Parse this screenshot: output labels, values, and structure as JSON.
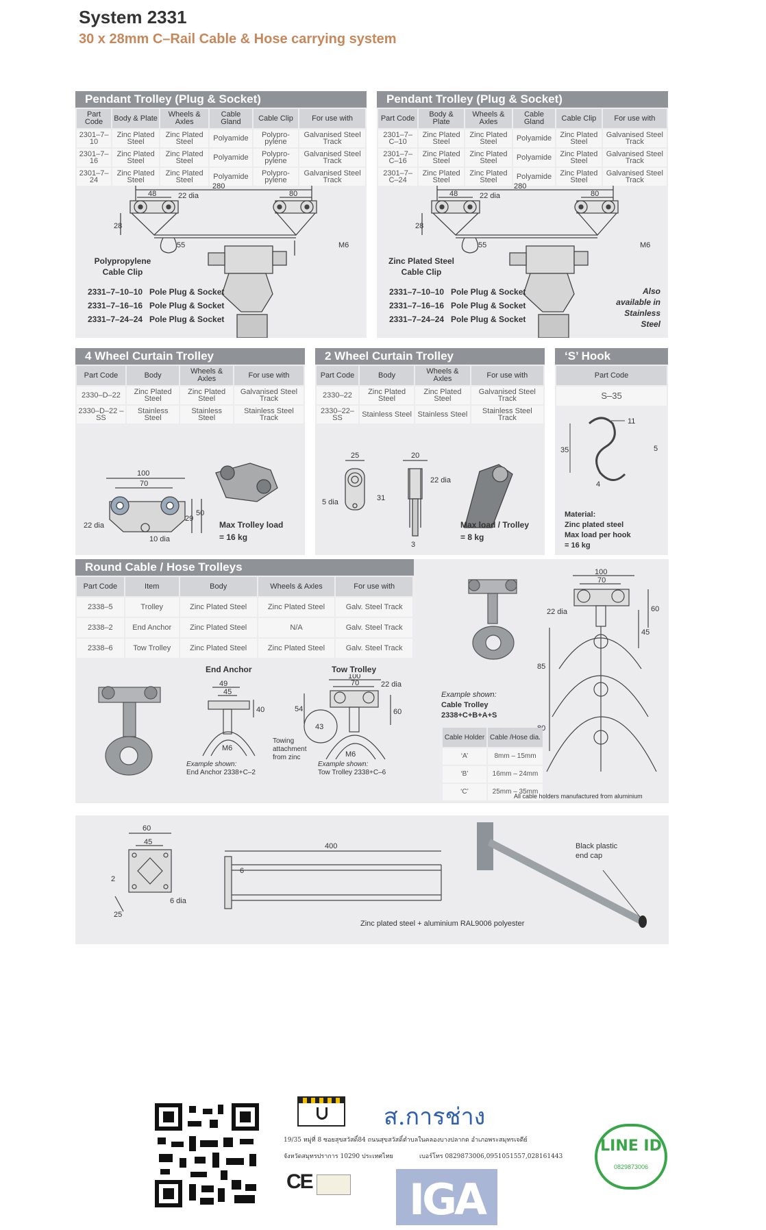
{
  "header": {
    "title": "System 2331",
    "subtitle": "30 x 28mm C–Rail Cable & Hose carrying system"
  },
  "pendant_left": {
    "heading": "Pendant Trolley (Plug & Socket)",
    "columns": [
      "Part Code",
      "Body & Plate",
      "Wheels & Axles",
      "Cable Gland",
      "Cable Clip",
      "For use with"
    ],
    "rows": [
      [
        "2301–7–10",
        "Zinc Plated Steel",
        "Zinc Plated Steel",
        "Polyamide",
        "Polypro-pylene",
        "Galvanised Steel Track"
      ],
      [
        "2301–7–16",
        "Zinc Plated Steel",
        "Zinc Plated Steel",
        "Polyamide",
        "Polypro-pylene",
        "Galvanised Steel Track"
      ],
      [
        "2301–7–24",
        "Zinc Plated Steel",
        "Zinc Plated Steel",
        "Polyamide",
        "Polypro-pylene",
        "Galvanised Steel Track"
      ]
    ],
    "dims": {
      "overall": "280",
      "left": "48",
      "right": "80",
      "dia": "22 dia",
      "height": "28",
      "clip": "55",
      "bolt": "M6"
    },
    "clip_label": "Polypropylene Cable Clip",
    "variants": [
      {
        "code": "2331–7–10–10",
        "name": "Pole Plug & Socket"
      },
      {
        "code": "2331–7–16–16",
        "name": "Pole Plug & Socket"
      },
      {
        "code": "2331–7–24–24",
        "name": "Pole Plug & Socket"
      }
    ]
  },
  "pendant_right": {
    "heading": "Pendant Trolley (Plug & Socket)",
    "columns": [
      "Part Code",
      "Body & Plate",
      "Wheels & Axles",
      "Cable Gland",
      "Cable Clip",
      "For use with"
    ],
    "rows": [
      [
        "2301–7–C–10",
        "Zinc Plated Steel",
        "Zinc Plated Steel",
        "Polyamide",
        "Zinc Plated Steel",
        "Galvanised Steel Track"
      ],
      [
        "2301–7–C–16",
        "Zinc Plated Steel",
        "Zinc Plated Steel",
        "Polyamide",
        "Zinc Plated Steel",
        "Galvanised Steel Track"
      ],
      [
        "2301–7–C–24",
        "Zinc Plated Steel",
        "Zinc Plated Steel",
        "Polyamide",
        "Zinc Plated Steel",
        "Galvanised Steel Track"
      ]
    ],
    "clip_label": "Zinc Plated Steel Cable Clip",
    "variants": [
      {
        "code": "2331–7–10–10",
        "name": "Pole Plug & Socket"
      },
      {
        "code": "2331–7–16–16",
        "name": "Pole Plug & Socket"
      },
      {
        "code": "2331–7–24–24",
        "name": "Pole Plug & Socket"
      }
    ],
    "note": "Also available in Stainless Steel"
  },
  "curtain4": {
    "heading": "4 Wheel Curtain Trolley",
    "columns": [
      "Part Code",
      "Body",
      "Wheels & Axles",
      "For use with"
    ],
    "rows": [
      [
        "2330–D–22",
        "Zinc Plated Steel",
        "Zinc Plated Steel",
        "Galvanised Steel Track"
      ],
      [
        "2330–D–22 –SS",
        "Stainless Steel",
        "Stainless Steel",
        "Stainless Steel Track"
      ]
    ],
    "dims": {
      "w1": "100",
      "w2": "70",
      "dia": "22 dia",
      "h1": "29",
      "h2": "50",
      "hole": "10 dia"
    },
    "load": "Max Trolley load",
    "load_val": "= 16 kg"
  },
  "curtain2": {
    "heading": "2 Wheel Curtain Trolley",
    "columns": [
      "Part Code",
      "Body",
      "Wheels & Axles",
      "For use with"
    ],
    "rows": [
      [
        "2330–22",
        "Zinc Plated Steel",
        "Zinc Plated Steel",
        "Galvanised Steel Track"
      ],
      [
        "2330–22–SS",
        "Stainless Steel",
        "Stainless Steel",
        "Stainless Steel Track"
      ]
    ],
    "dims": {
      "w": "25",
      "w2": "20",
      "dia": "22 dia",
      "hole": "5 dia",
      "h": "31",
      "t": "3"
    },
    "load": "Max load / Trolley",
    "load_val": "= 8 kg"
  },
  "shook": {
    "heading": "‘S’ Hook",
    "column": "Part Code",
    "code": "S–35",
    "dims": {
      "a": "11",
      "b": "5",
      "h": "35",
      "c": "4"
    },
    "material_label": "Material:",
    "material": "Zinc plated steel",
    "load": "Max load per hook",
    "load_val": "= 16 kg"
  },
  "round": {
    "heading": "Round Cable / Hose Trolleys",
    "columns": [
      "Part Code",
      "Item",
      "Body",
      "Wheels & Axles",
      "For use with"
    ],
    "rows": [
      [
        "2338–5",
        "Trolley",
        "Zinc Plated Steel",
        "Zinc Plated Steel",
        "Galv. Steel Track"
      ],
      [
        "2338–2",
        "End Anchor",
        "Zinc Plated Steel",
        "N/A",
        "Galv. Steel Track"
      ],
      [
        "2338–6",
        "Tow Trolley",
        "Zinc Plated Steel",
        "Zinc Plated Steel",
        "Galv. Steel Track"
      ]
    ],
    "end_anchor": {
      "title": "End Anchor",
      "d1": "49",
      "d2": "45",
      "h": "40",
      "bolt": "M6",
      "ex_label": "Example shown:",
      "ex": "End Anchor 2338+C–2"
    },
    "tow": {
      "title": "Tow Trolley",
      "d1": "100",
      "d2": "70",
      "dia": "22 dia",
      "h1": "54",
      "h2": "60",
      "c": "43",
      "bolt": "M6",
      "att": "Towing attachment from zinc",
      "ex_label": "Example shown:",
      "ex": "Tow Trolley 2338+C–6"
    },
    "cable_trolley": {
      "ex_label": "Example shown:",
      "ex1": "Cable Trolley",
      "ex2": "2338+C+B+A+S",
      "d1": "100",
      "d2": "70",
      "dia": "22 dia",
      "h1": "60",
      "h2": "45",
      "h3": "85",
      "h4": "80"
    },
    "holder_columns": [
      "Cable Holder",
      "Cable /Hose dia."
    ],
    "holders": [
      [
        "‘A’",
        "8mm – 15mm"
      ],
      [
        "‘B’",
        "16mm – 24mm"
      ],
      [
        "‘C’",
        "25mm – 35mm"
      ]
    ],
    "note": "All cable holders manufactured from aluminium"
  },
  "bracket": {
    "w1": "60",
    "w2": "45",
    "t": "2",
    "hole": "6 dia",
    "s": "25",
    "len": "400",
    "thk": "6",
    "cap": "Black plastic end cap",
    "finish": "Zinc plated steel + aluminium RAL9006 polyester"
  },
  "footer": {
    "company": "ส.การช่าง",
    "addr1": "19/35 หมู่ที่ 8 ซอยสุขสวัสดิ์84 ถนนสุขสวัสดิ์ตำบลในคลองบางปลากด อำเภอพระสมุทรเจดีย์",
    "addr2": "จังหวัดสมุทรปราการ 10290 ประเทศไทย",
    "phone": "เบอร์โทร 0829873006,0951051557,028161443",
    "ce": "CE",
    "iga": "IGA",
    "line_label": "LINE ID",
    "line_id": "0829873006"
  }
}
